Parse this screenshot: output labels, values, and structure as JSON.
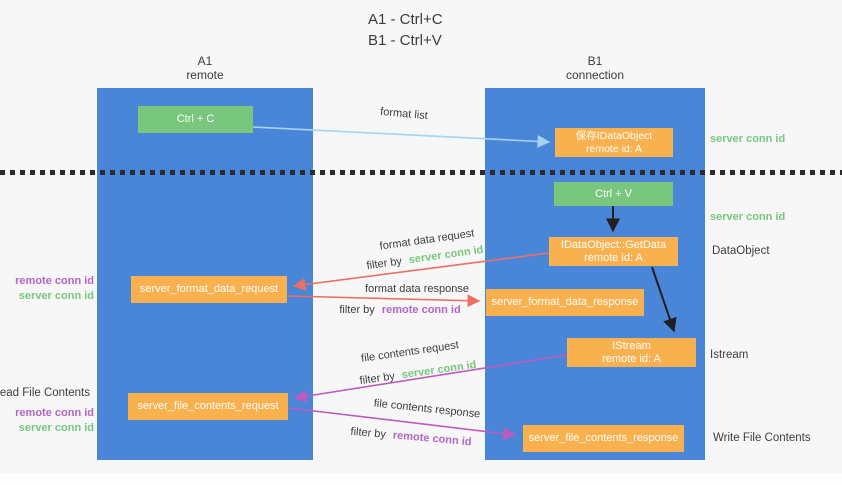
{
  "title": {
    "line1": "A1 - Ctrl+C",
    "line2": "B1 - Ctrl+V"
  },
  "lanes": {
    "a1": {
      "title": "A1",
      "subtitle": "remote"
    },
    "b1": {
      "title": "B1",
      "subtitle": "connection"
    }
  },
  "nodes": {
    "ctrl_c": {
      "label": "Ctrl + C"
    },
    "save_idataobject": {
      "line1": "保存IDataObject",
      "line2": "remote id: A"
    },
    "ctrl_v": {
      "label": "Ctrl + V"
    },
    "getdata": {
      "line1": "IDataObject::GetData",
      "line2": "remote id: A"
    },
    "format_request": {
      "label": "server_format_data_request"
    },
    "format_response": {
      "label": "server_format_data_response"
    },
    "istream": {
      "line1": "IStream",
      "line2": "remote id: A"
    },
    "file_request": {
      "label": "server_file_contents_request"
    },
    "file_response": {
      "label": "server_file_contents_response"
    }
  },
  "left_labels": {
    "format_remote_conn": "remote conn id",
    "format_server_conn": "server conn id",
    "read_file": "Read File Contents",
    "file_remote_conn": "remote conn id",
    "file_server_conn": "server conn id"
  },
  "right_labels": {
    "server_conn_top": "server conn id",
    "server_conn_mid": "server conn id",
    "dataobject": "DataObject",
    "istream": "Istream",
    "write_file": "Write File Contents"
  },
  "edge_labels": {
    "format_list": "format list",
    "format_data_request": "format data request",
    "format_data_response": "format data response",
    "file_contents_request": "file contents request",
    "file_contents_response": "file contents response",
    "filter_by": "filter by",
    "server_conn_id": "server conn id",
    "remote_conn_id": "remote conn id"
  },
  "colors": {
    "background": "#f7f7f7",
    "lane_blue": "#4a86d8",
    "node_green": "#79c67d",
    "node_orange": "#f9b04f",
    "label_green": "#77c77e",
    "label_purple": "#b465c8",
    "arrow_salmon": "#ed6e63",
    "arrow_magenta": "#c05ac0",
    "arrow_light_blue": "#a5d3f3",
    "arrow_black": "#1f1f1f",
    "text_dark": "#3d3d3d"
  }
}
